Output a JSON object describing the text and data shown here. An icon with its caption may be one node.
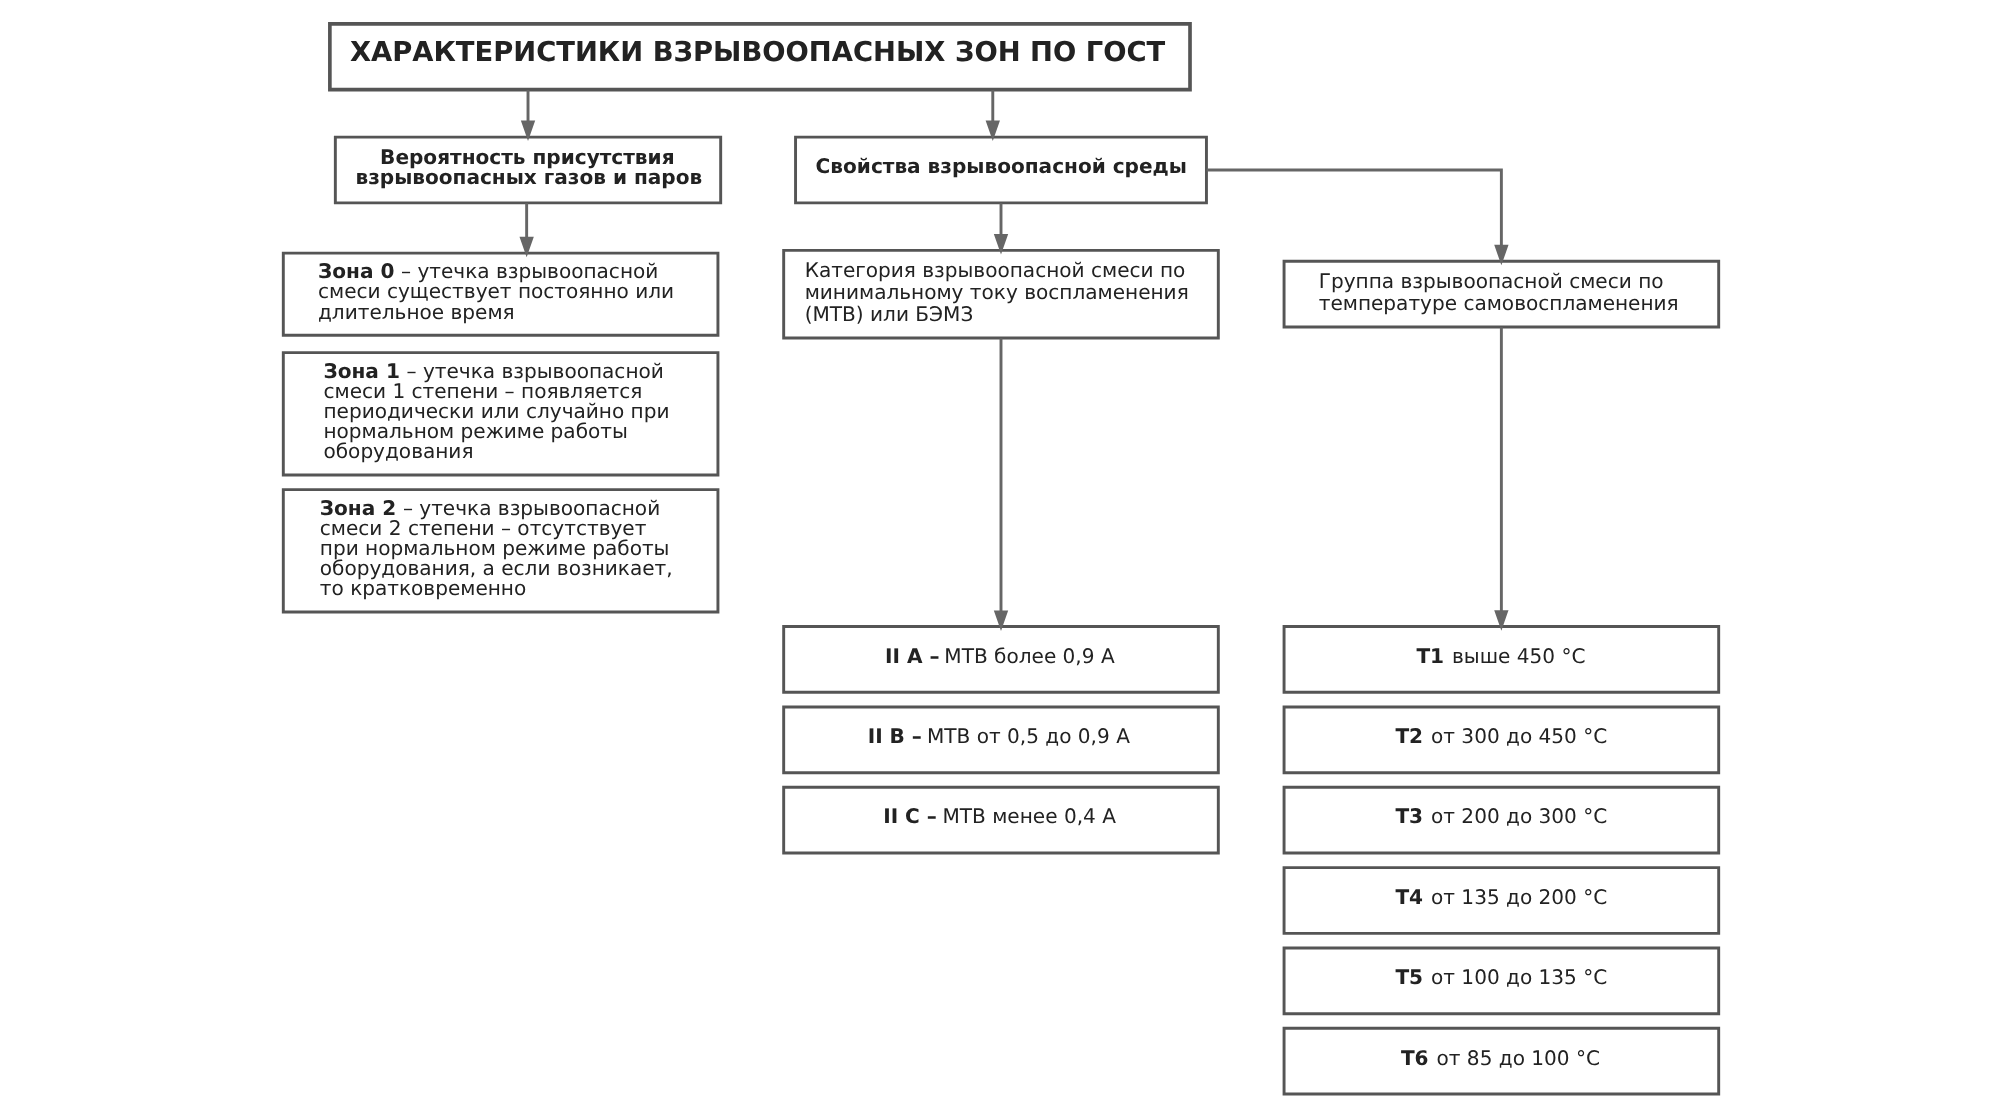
{
  "diagram": {
    "nodes": [
      {
        "text": [
          "ХАРАКТЕРИСТИКИ ВЗРЫВООПАСНЫХ ЗОН ПО ГОСТ"
        ]
      },
      {
        "text": [
          "Вероятность присутствия взрывоопасных газов и паров"
        ]
      },
      {
        "text": [
          "Свойства взрывоопасной среды"
        ]
      },
      {
        "text": [
          "**Зона 0** – утечка взрывоопасной смеси существует постоянно или длительное время"
        ]
      },
      {
        "text": [
          "**Зона 1** – утечка взрывоопасной смеси 1 степени – появляется периодически или случайно при нормальном режиме работы оборудования"
        ]
      },
      {
        "text": [
          "**Зона 2** – утечка взрывоопасной смеси 2 степени – отсутствует при нормальном режиме работы оборудования, а если возникает, то кратковременно"
        ]
      },
      {
        "text": [
          "Категория взрывоопасной смеси по минимальному току воспламенения (МТВ) или БЭМЗ"
        ]
      },
      {
        "text": [
          "**II A –** МТВ более 0,9 А"
        ]
      },
      {
        "text": [
          "**II B –** МТВ от 0,5 до 0,9 А"
        ]
      },
      {
        "text": [
          "**II C –** МТВ менее 0,4 А"
        ]
      },
      {
        "text": [
          "Группа взрывоопасной смеси по температуре самовоспламенения"
        ]
      },
      {
        "text": [
          "**T1** выше 450 °C"
        ]
      },
      {
        "text": [
          "**T2** от 300 до 450 °C"
        ]
      },
      {
        "text": [
          "**T3** от 200 до 300 °C"
        ]
      },
      {
        "text": [
          "**T4** от 135 до 200 °C"
        ]
      },
      {
        "text": [
          "**T5** от 100 до 135 °C"
        ]
      },
      {
        "text": [
          "**T6** от 85 до 100 °C"
        ]
      }
    ],
    "edges": [
      {
        "from": 0,
        "to": 1,
        "arrow": "to"
      },
      {
        "from": 0,
        "to": 2,
        "arrow": "to"
      },
      {
        "from": 1,
        "to": 3,
        "arrow": "to"
      },
      {
        "from": 2,
        "to": 6,
        "arrow": "to"
      },
      {
        "from": 2,
        "to": 10,
        "arrow": "to"
      },
      {
        "from": 6,
        "to": 7,
        "arrow": "to"
      },
      {
        "from": 10,
        "to": 11,
        "arrow": "to"
      }
    ]
  }
}
